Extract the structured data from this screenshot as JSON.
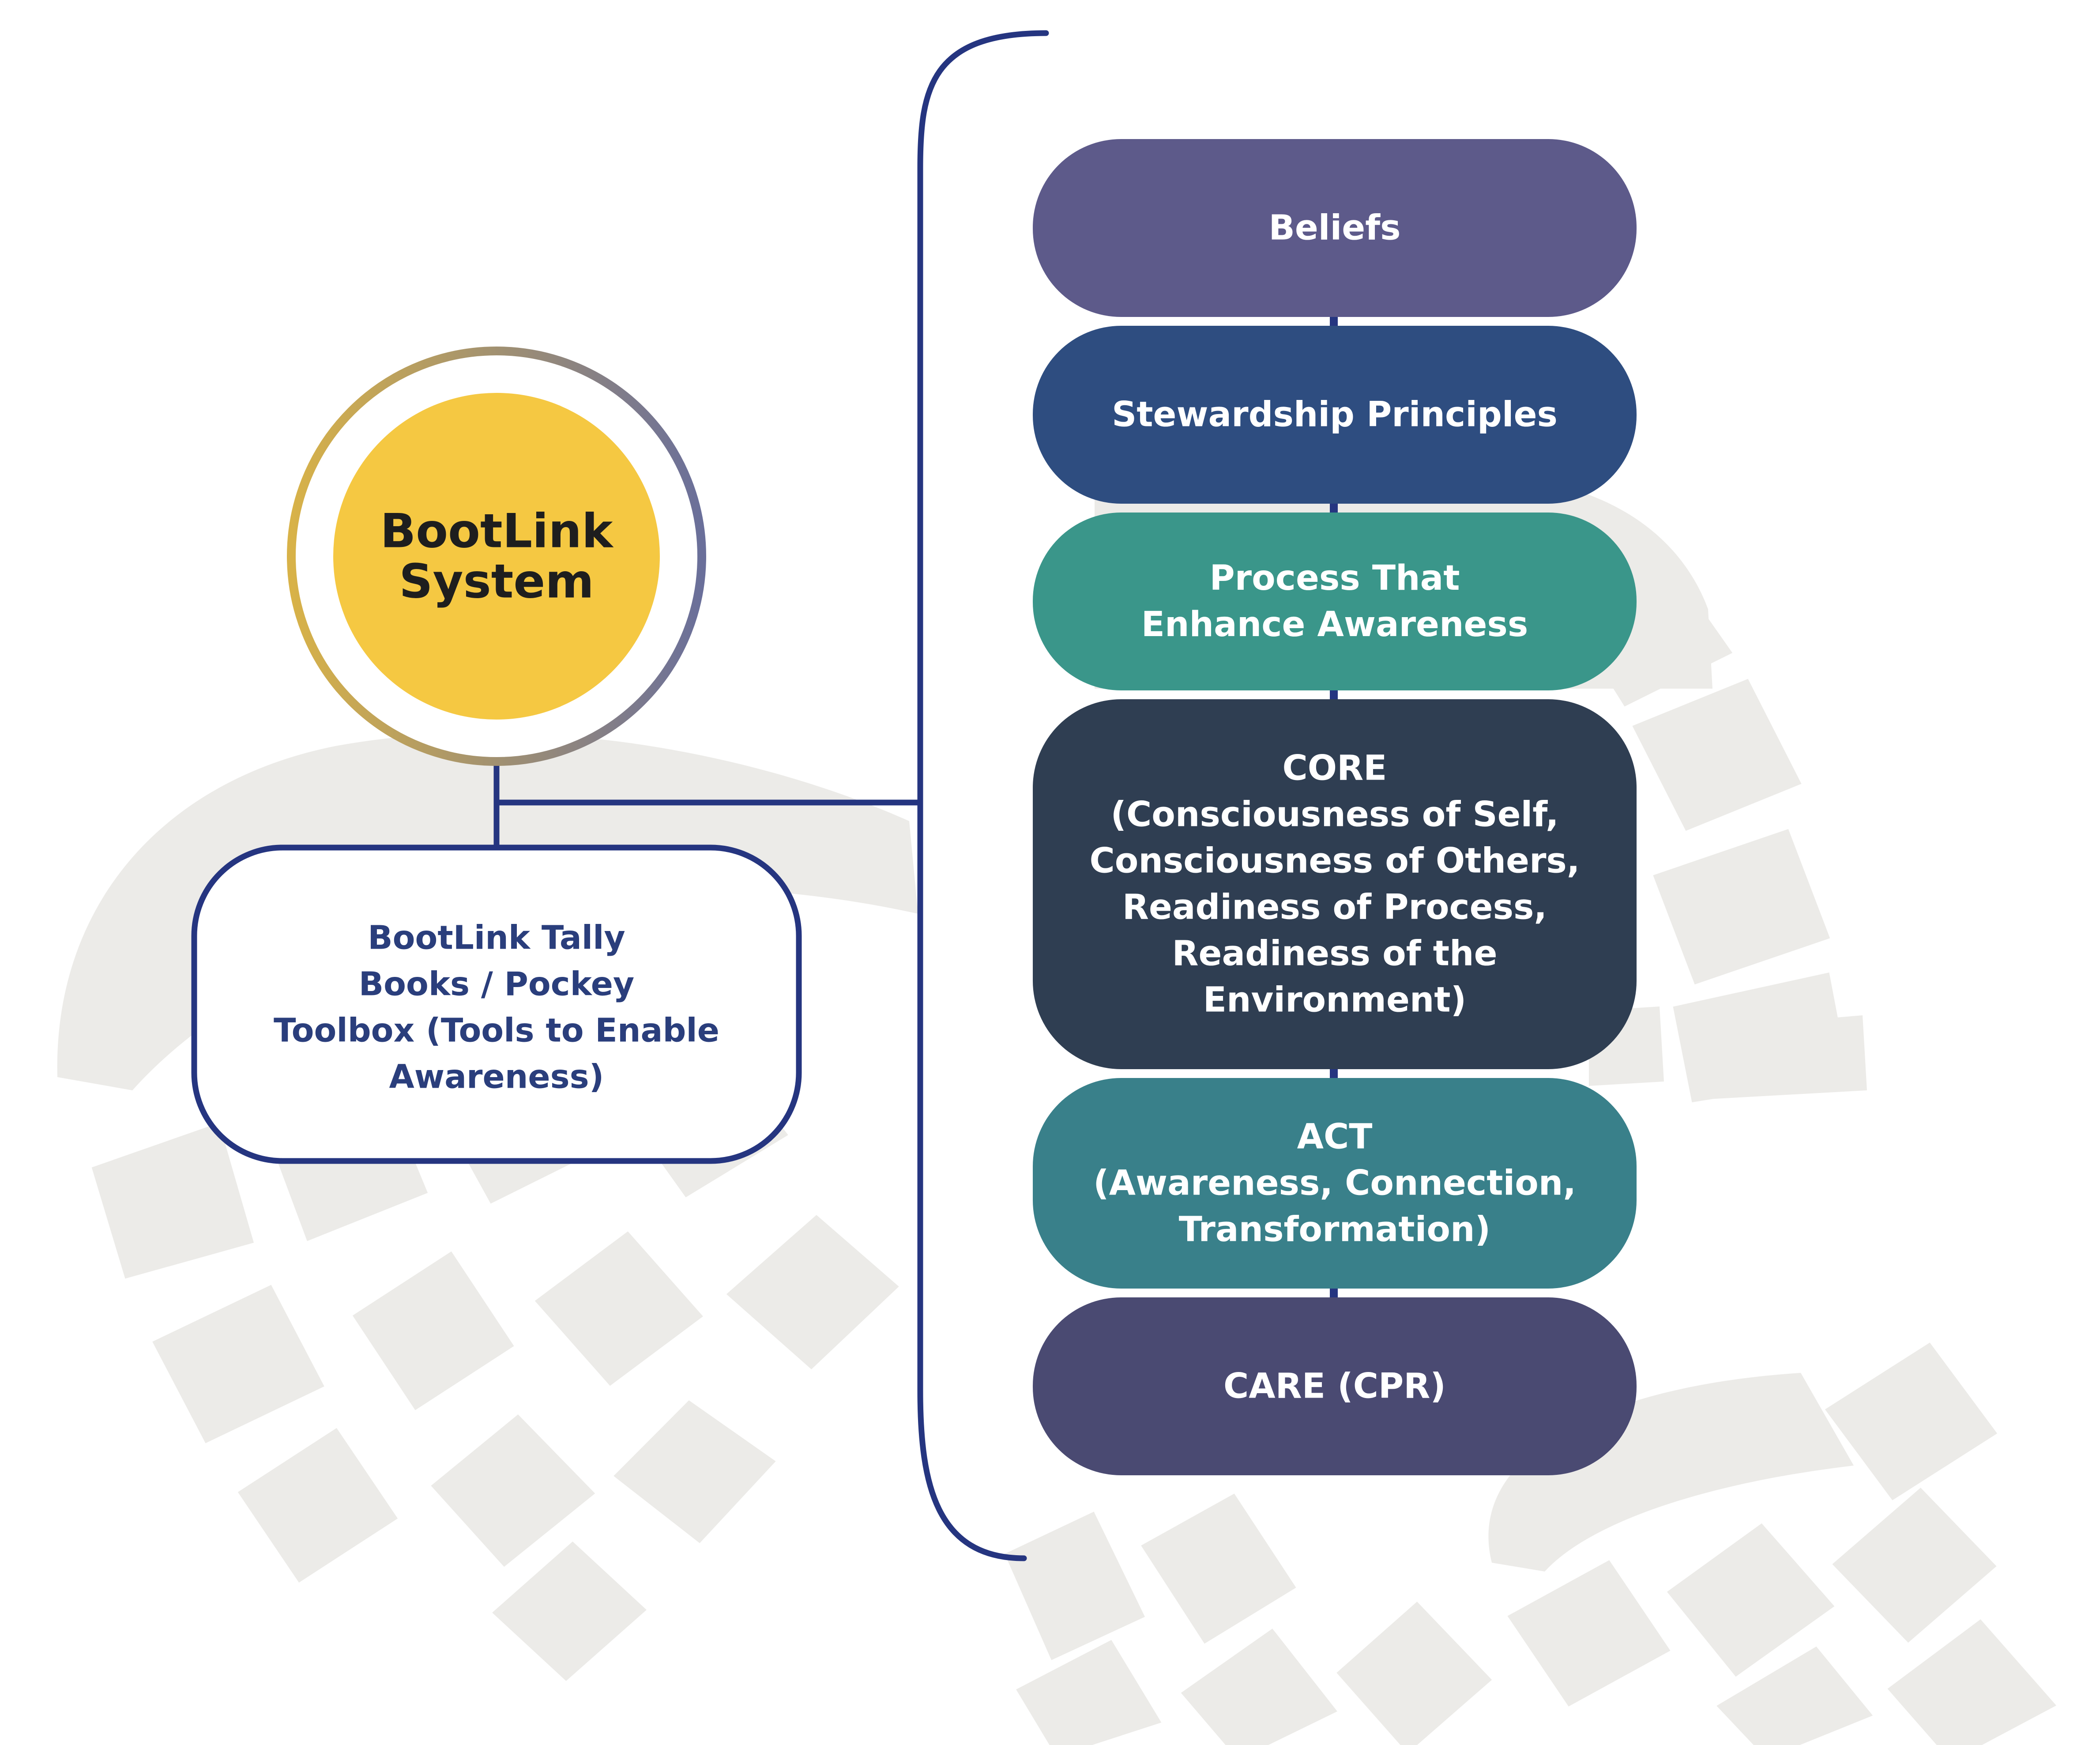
{
  "center": {
    "title": [
      "BootLink",
      "System"
    ]
  },
  "toolbox": {
    "lines": [
      "BootLink Tally",
      "Books / Pockey",
      "Toolbox (Tools to Enable",
      "Awareness)"
    ]
  },
  "stack": [
    {
      "lines": [
        "Beliefs"
      ],
      "color": "#5d5a8a"
    },
    {
      "lines": [
        "Stewardship Principles"
      ],
      "color": "#2e4d80"
    },
    {
      "lines": [
        "Process That",
        "Enhance Awareness"
      ],
      "color": "#3a968a"
    },
    {
      "lines": [
        "CORE",
        "(Consciousness of Self,",
        "Consciousness of Others,",
        "Readiness of Process,",
        "Readiness of the",
        "Environment)"
      ],
      "color": "#2f3e52"
    },
    {
      "lines": [
        "ACT",
        "(Awareness, Connection,",
        "Transformation)"
      ],
      "color": "#39808a"
    },
    {
      "lines": [
        "CARE (CPR)"
      ],
      "color": "#4a4a72"
    }
  ],
  "colors": {
    "line": "#253580",
    "center_fill": "#f5c842",
    "ring_gold": "#d8b248",
    "ring_purple": "#6a6f9a",
    "center_text": "#1e1e1e",
    "toolbox_text": "#2a3e7c",
    "stack_text": "#ffffff",
    "footprint": "#ecebe8"
  },
  "decoration": "boot-footprint-icon"
}
